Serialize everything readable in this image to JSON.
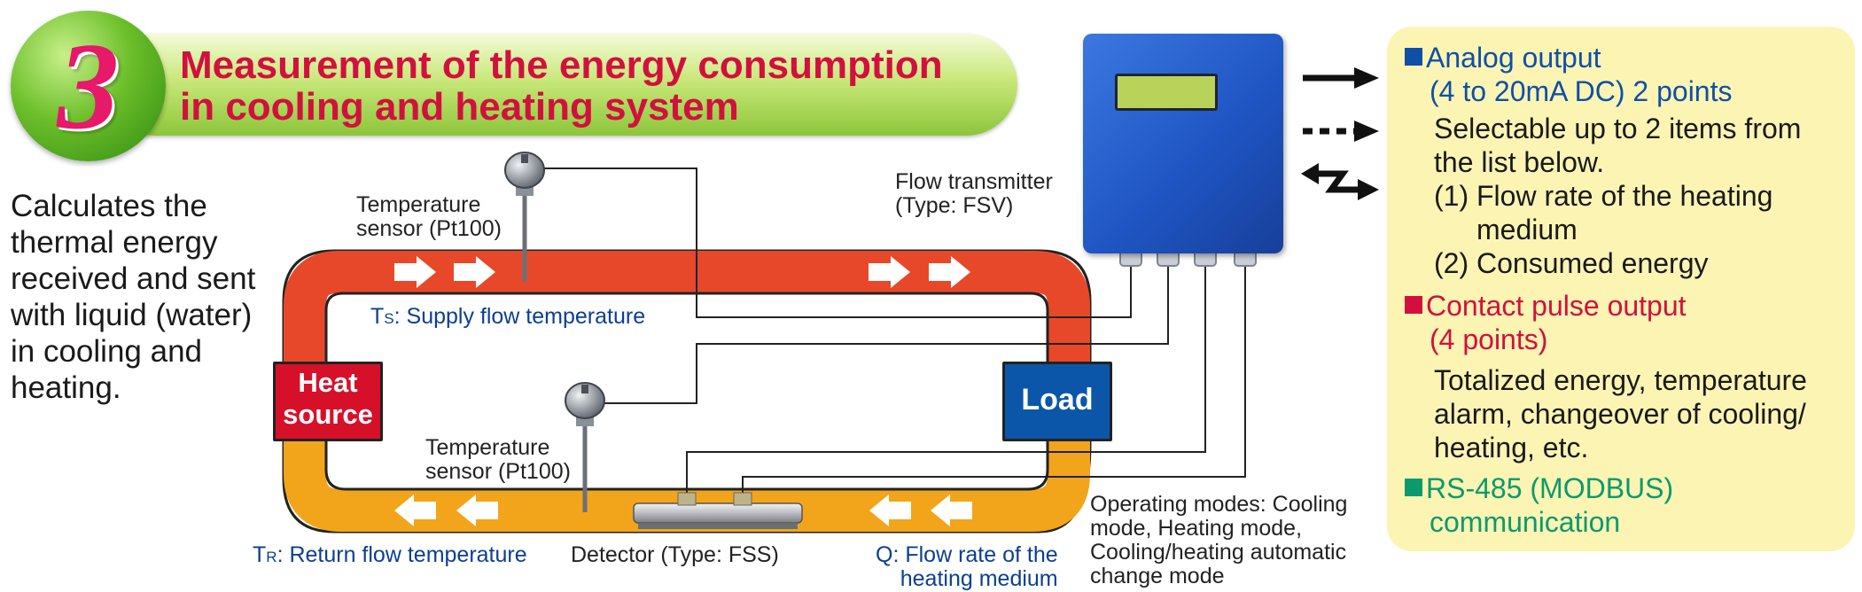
{
  "badge_number": "3",
  "title": {
    "line1": "Measurement of the energy consumption",
    "line2": "in cooling and heating system"
  },
  "description": [
    "Calculates the",
    "thermal energy",
    "received and sent",
    "with liquid (water)",
    "in cooling and",
    "heating."
  ],
  "labels": {
    "temp_sensor_top": [
      "Temperature",
      "sensor (Pt100)"
    ],
    "temp_sensor_bottom": [
      "Temperature",
      "sensor (Pt100)"
    ],
    "supply_sub": "S",
    "supply_label": ": Supply flow temperature",
    "return_sub": "R",
    "return_label": ": Return flow temperature",
    "t_letter": "T",
    "detector": "Detector (Type: FSS)",
    "flow_rate": [
      "Q: Flow rate of the",
      "heating medium"
    ],
    "transmitter": [
      "Flow transmitter",
      "(Type: FSV)"
    ],
    "heat_source": [
      "Heat",
      "source"
    ],
    "load": "Load",
    "operating_modes": [
      "Operating modes: Cooling",
      "mode, Heating mode,",
      "Cooling/heating automatic",
      "change mode"
    ]
  },
  "info": {
    "analog_title": [
      "Analog output",
      "(4 to 20mA DC) 2 points"
    ],
    "analog_body": [
      "Selectable up to 2 items from",
      "the list below.",
      "(1) Flow rate of the heating",
      "medium",
      "(2) Consumed energy"
    ],
    "pulse_title": [
      "Contact pulse output",
      "(4 points)"
    ],
    "pulse_body": [
      "Totalized energy, temperature",
      "alarm, changeover of cooling/",
      "heating, etc."
    ],
    "rs485_title": [
      "RS-485 (MODBUS)",
      "communication"
    ]
  },
  "colors": {
    "title_red": "#d2103e",
    "supply_pipe": "#e8482a",
    "return_pipe": "#f2a51a",
    "heat_source": "#d7102a",
    "load": "#0b56a8",
    "transmitter": "#1f56c4",
    "info_panel": "#fcf4b3",
    "analog_square": "#0f4fa8",
    "pulse_square": "#d2103e",
    "rs485_square": "#0a9a6e"
  }
}
